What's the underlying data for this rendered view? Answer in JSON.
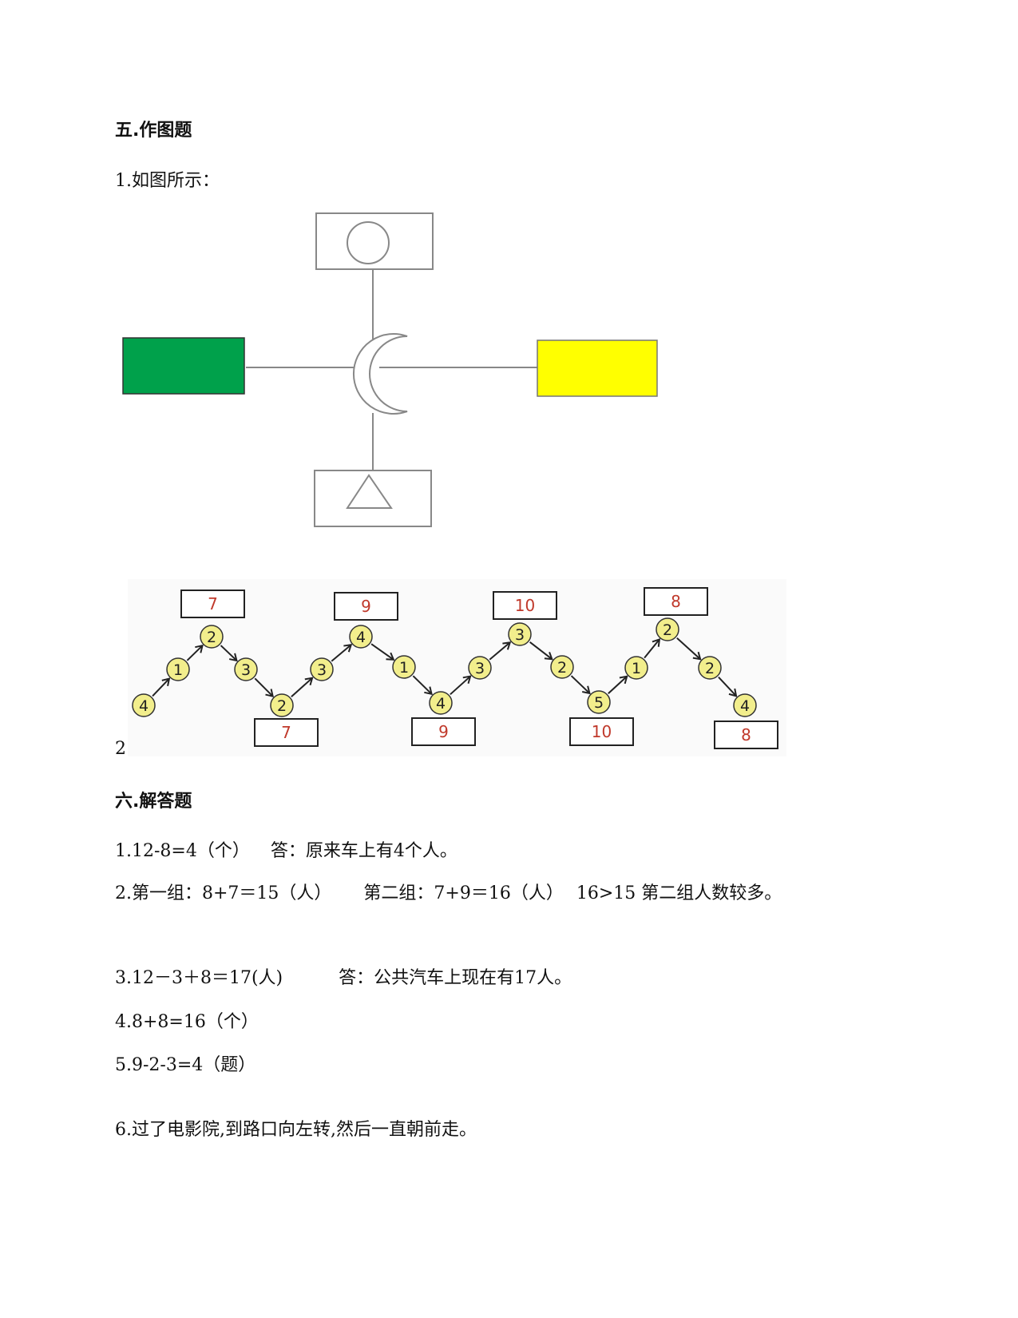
{
  "section5": {
    "heading": "五.作图题",
    "q1": "1.如图所示：",
    "q2_label": "2."
  },
  "diagram1": {
    "colors": {
      "left_rect": "#00a14b",
      "right_rect": "#ffff00",
      "stroke": "#888888"
    },
    "icons": [
      "circle-icon",
      "crescent-moon-icon",
      "triangle-icon"
    ]
  },
  "diagram2": {
    "top_boxes": [
      "7",
      "9",
      "10",
      "8"
    ],
    "bottom_boxes": [
      "7",
      "9",
      "10",
      "8"
    ],
    "circles": [
      "4",
      "1",
      "2",
      "3",
      "2",
      "3",
      "4",
      "1",
      "4",
      "3",
      "3",
      "2",
      "5",
      "1",
      "2",
      "2",
      "4"
    ],
    "colors": {
      "circle_fill": "#f2ee8c",
      "box_text": "#c0392b"
    }
  },
  "section6": {
    "heading": "六.解答题",
    "answers": [
      {
        "a": "1.12-8=4（个）",
        "b": "答：原来车上有4个人。"
      },
      {
        "a": "2.第一组：8+7＝15（人）",
        "b": "第二组：7+9＝16（人）",
        "c": "16>15  第二组人数较多。"
      },
      {
        "a": "3.12－3＋8＝17(人)",
        "b": "答：公共汽车上现在有17人。"
      },
      {
        "a": "4.8+8=16（个）"
      },
      {
        "a": "5.9-2-3=4（题）"
      },
      {
        "a": "6.过了电影院,到路口向左转,然后一直朝前走。"
      }
    ]
  }
}
